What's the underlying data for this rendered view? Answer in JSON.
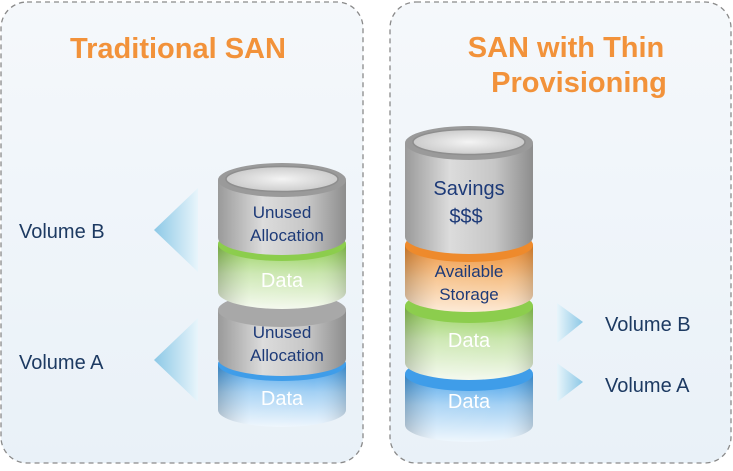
{
  "left_panel": {
    "title": "Traditional SAN",
    "volume_b_label": "Volume B",
    "volume_a_label": "Volume A",
    "segments": {
      "unused_top": [
        "Unused",
        "Allocation"
      ],
      "data_top": "Data",
      "unused_bottom": [
        "Unused",
        "Allocation"
      ],
      "data_bottom": "Data"
    }
  },
  "right_panel": {
    "title_line1": "SAN with Thin",
    "title_line2": "Provisioning",
    "volume_b_label": "Volume B",
    "volume_a_label": "Volume A",
    "segments": {
      "savings": "Savings",
      "savings_symbol": "$$$",
      "available": [
        "Available",
        "Storage"
      ],
      "data_green": "Data",
      "data_blue": "Data"
    }
  },
  "colors": {
    "title": "#f2923a",
    "panel_bg": "#eef4f9",
    "panel_border": "#8a8a8a",
    "gray": "#c8c8c8",
    "green": "#8fcf5a",
    "blue": "#4fa6ea",
    "orange": "#f2923a",
    "arrow": "#9fd0ea",
    "label_text": "#1d3a62"
  }
}
